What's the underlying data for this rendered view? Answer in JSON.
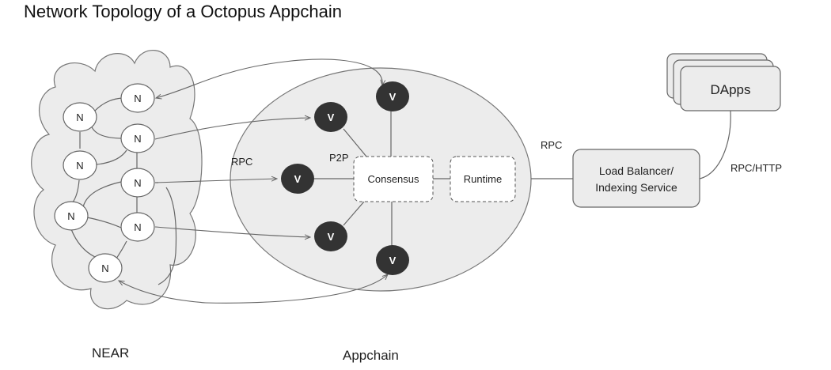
{
  "title": "Network Topology of a Octopus Appchain",
  "near": {
    "label": "NEAR",
    "node_label": "N",
    "node_count": 8
  },
  "appchain": {
    "label": "Appchain",
    "validator_label": "V",
    "validator_count": 5,
    "consensus_label": "Consensus",
    "runtime_label": "Runtime",
    "p2p_label": "P2P"
  },
  "edges": {
    "rpc_left": "RPC",
    "rpc_right": "RPC",
    "rpc_http": "RPC/HTTP"
  },
  "load_balancer": {
    "line1": "Load Balancer/",
    "line2": "Indexing Service"
  },
  "dapps": {
    "label": "DApps"
  },
  "colors": {
    "cloud_fill": "#ececec",
    "validator_fill": "#333333",
    "box_fill": "#ececec",
    "stroke": "#666666"
  }
}
